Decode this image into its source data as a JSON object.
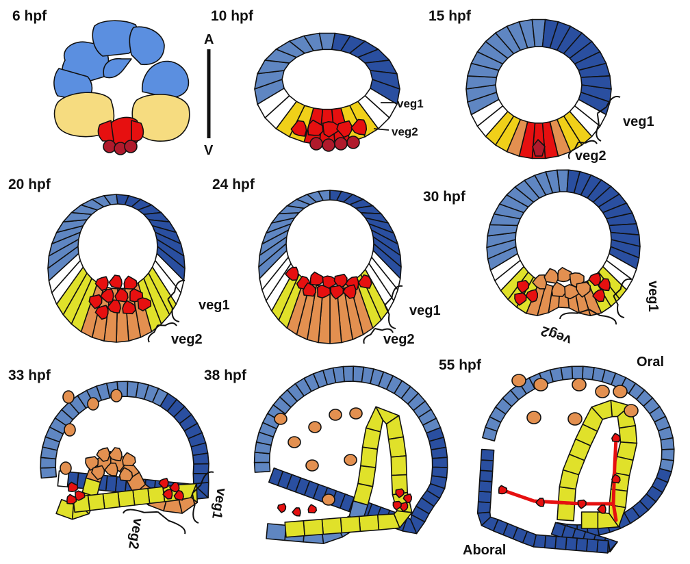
{
  "stages": [
    {
      "id": "6",
      "label": "6 hpf"
    },
    {
      "id": "10",
      "label": "10 hpf"
    },
    {
      "id": "15",
      "label": "15 hpf"
    },
    {
      "id": "20",
      "label": "20 hpf"
    },
    {
      "id": "24",
      "label": "24 hpf"
    },
    {
      "id": "30",
      "label": "30 hpf"
    },
    {
      "id": "33",
      "label": "33 hpf"
    },
    {
      "id": "38",
      "label": "38 hpf"
    },
    {
      "id": "55",
      "label": "55 hpf"
    }
  ],
  "axis": {
    "anterior": "A",
    "vegetal": "V"
  },
  "tiers": {
    "veg1": "veg1",
    "veg2": "veg2"
  },
  "orientation": {
    "oral": "Oral",
    "aboral": "Aboral"
  },
  "colors": {
    "animal_light": "#5b8fe0",
    "animal_mid": "#5f86c2",
    "animal_pale": "#7d9fd0",
    "animal_dark": "#2a4fa0",
    "veg1_cells": "#ffffff",
    "veg2_early": "#f6dc80",
    "veg2_yellow": "#f0d019",
    "endoderm_yellow": "#e0e12a",
    "skeletogenic": "#e61010",
    "small_micromeres": "#b01a2c",
    "endo_mesoderm": "#e39050",
    "outline": "#111111"
  }
}
